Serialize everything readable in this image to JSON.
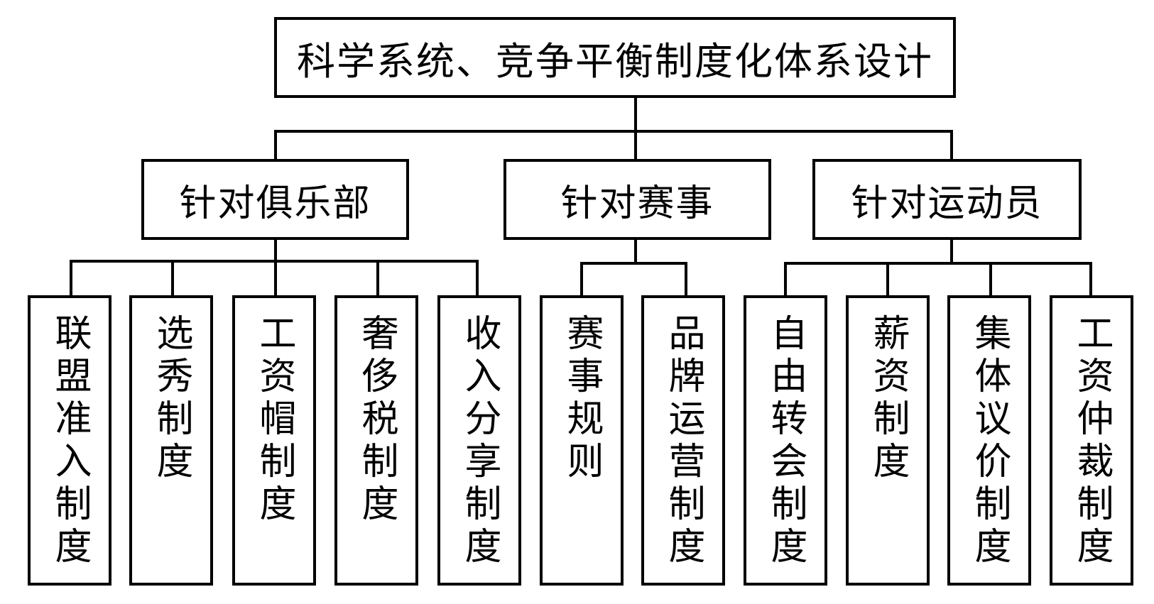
{
  "root": {
    "label": "科学系统、竞争平衡制度化体系设计"
  },
  "categories": [
    {
      "label": "针对俱乐部",
      "leaves": [
        "联盟准入制度",
        "选秀制度",
        "工资帽制度",
        "奢侈税制度",
        "收入分享制度"
      ]
    },
    {
      "label": "针对赛事",
      "leaves": [
        "赛事规则",
        "品牌运营制度"
      ]
    },
    {
      "label": "针对运动员",
      "leaves": [
        "自由转会制度",
        "薪资制度",
        "集体议价制度",
        "工资仲裁制度"
      ]
    }
  ]
}
